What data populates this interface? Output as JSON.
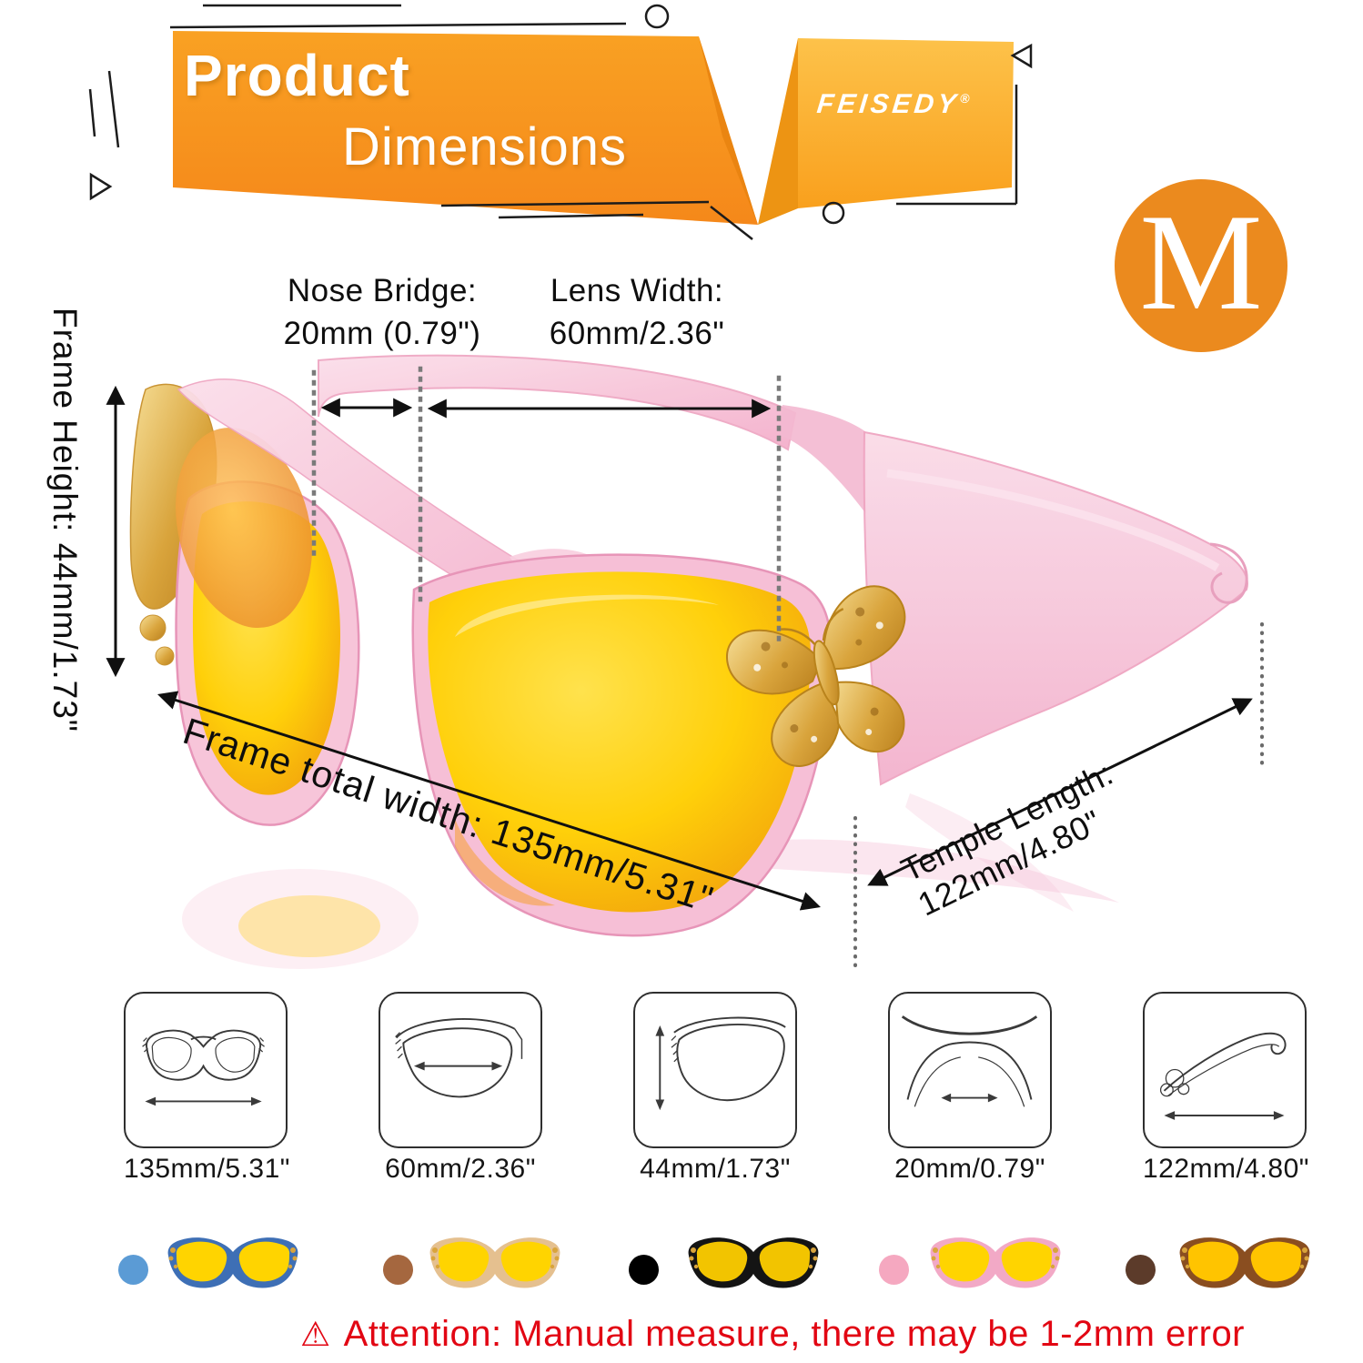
{
  "banner": {
    "title_line1": "Product",
    "title_line2": "Dimensions",
    "brand": "FEISEDY",
    "registered": "®"
  },
  "size_badge": "M",
  "dimensions": {
    "nose_bridge_label": "Nose Bridge:",
    "nose_bridge_value": "20mm (0.79\")",
    "lens_width_label": "Lens Width:",
    "lens_width_value": "60mm/2.36\"",
    "frame_height": "Frame Height: 44mm/1.73\"",
    "frame_total_width": "Frame total width: 135mm/5.31\"",
    "temple_length": "Temple Length: 122mm/4.80\""
  },
  "thumbnails": [
    {
      "label": "135mm/5.31\""
    },
    {
      "label": "60mm/2.36\""
    },
    {
      "label": "44mm/1.73\""
    },
    {
      "label": "20mm/0.79\""
    },
    {
      "label": "122mm/4.80\""
    }
  ],
  "color_variants": [
    {
      "name": "blue",
      "dot": "#5B9BD5",
      "frame": "#3E6FB5",
      "lens": "#FFD400"
    },
    {
      "name": "brown",
      "dot": "#A5673F",
      "frame": "#E5C08F",
      "lens": "#FFD400"
    },
    {
      "name": "black",
      "dot": "#000000",
      "frame": "#141414",
      "lens": "#F2C400"
    },
    {
      "name": "pink",
      "dot": "#F5A8C0",
      "frame": "#F2A9C6",
      "lens": "#FFD400"
    },
    {
      "name": "dark-brown",
      "dot": "#5C3B2A",
      "frame": "#8A4E20",
      "lens": "#FFC400"
    }
  ],
  "attention": {
    "icon": "⚠",
    "text": "Attention: Manual measure, there may be 1-2mm error"
  },
  "colors": {
    "badge_orange": "#EB8A1E",
    "attention_red": "#E20613",
    "banner_orange": "#F7941D",
    "banner_light": "#FBB03B",
    "frame_pink": "#F6BFD6",
    "lens_yellow": "#FFD400",
    "gold": "#D9A43C"
  }
}
